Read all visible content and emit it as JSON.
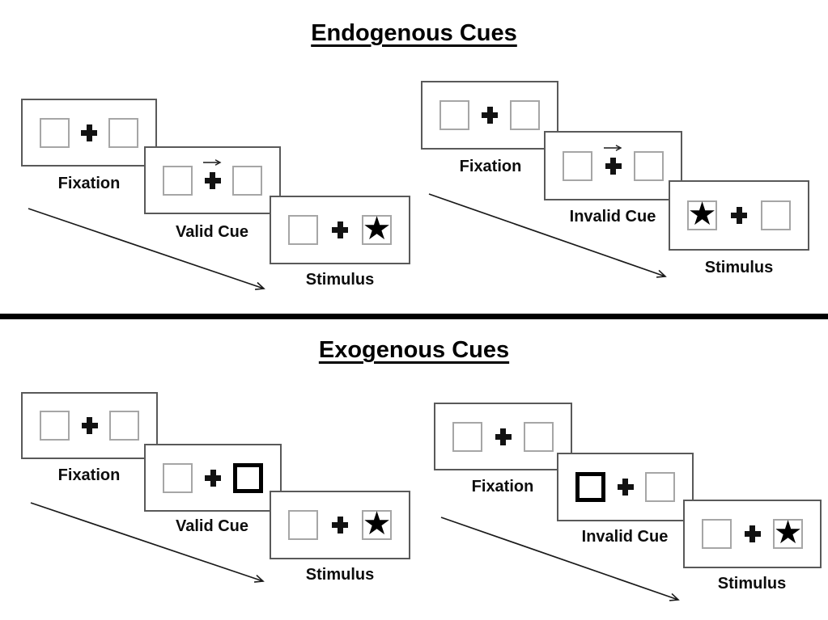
{
  "sections": [
    {
      "title": "Endogenous Cues",
      "groups": [
        {
          "name": "valid-cue-sequence",
          "frames": [
            {
              "label": "Fixation",
              "left_box": "empty",
              "center": "fixation-cross",
              "right_box": "empty"
            },
            {
              "label": "Valid Cue",
              "left_box": "empty",
              "center": "fixation-cross-right-arrow-cue",
              "right_box": "empty"
            },
            {
              "label": "Stimulus",
              "left_box": "empty",
              "center": "fixation-cross",
              "right_box": "star"
            }
          ]
        },
        {
          "name": "invalid-cue-sequence",
          "frames": [
            {
              "label": "Fixation",
              "left_box": "empty",
              "center": "fixation-cross",
              "right_box": "empty"
            },
            {
              "label": "Invalid Cue",
              "left_box": "empty",
              "center": "fixation-cross-right-arrow-cue",
              "right_box": "empty"
            },
            {
              "label": "Stimulus",
              "left_box": "star",
              "center": "fixation-cross",
              "right_box": "empty"
            }
          ]
        }
      ]
    },
    {
      "title": "Exogenous Cues",
      "groups": [
        {
          "name": "valid-cue-sequence",
          "frames": [
            {
              "label": "Fixation",
              "left_box": "empty",
              "center": "fixation-cross",
              "right_box": "empty"
            },
            {
              "label": "Valid Cue",
              "left_box": "empty",
              "center": "fixation-cross",
              "right_box": "thick-outline-cue"
            },
            {
              "label": "Stimulus",
              "left_box": "empty",
              "center": "fixation-cross",
              "right_box": "star"
            }
          ]
        },
        {
          "name": "invalid-cue-sequence",
          "frames": [
            {
              "label": "Fixation",
              "left_box": "empty",
              "center": "fixation-cross",
              "right_box": "empty"
            },
            {
              "label": "Invalid Cue",
              "left_box": "thick-outline-cue",
              "center": "fixation-cross",
              "right_box": "empty"
            },
            {
              "label": "Stimulus",
              "left_box": "empty",
              "center": "fixation-cross",
              "right_box": "star"
            }
          ]
        }
      ]
    }
  ],
  "icons": {
    "star": "★",
    "fixation_cross": "heavy-plus-cross",
    "cue_arrow": "thin-right-arrow",
    "time_arrow": "diagonal-down-right-arrow"
  },
  "colors": {
    "background": "#ffffff",
    "ink": "#000000",
    "frame_border": "#595959",
    "placeholder_border": "#a6a6a6",
    "cue_border": "#000000",
    "divider": "#000000"
  }
}
